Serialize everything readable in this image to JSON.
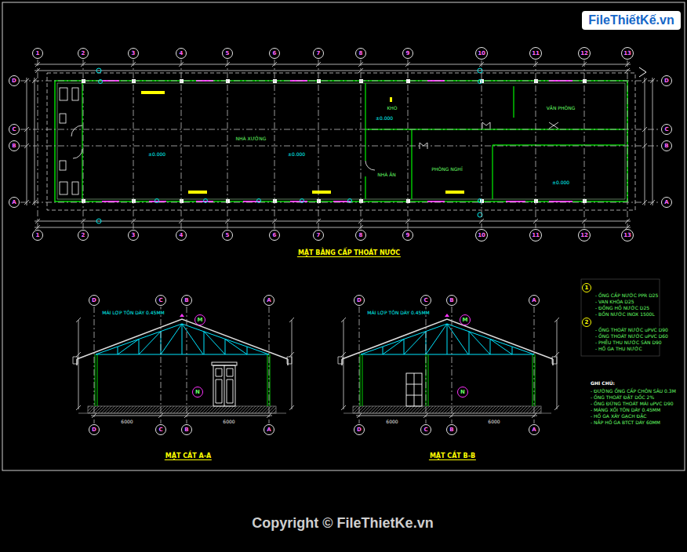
{
  "diagram": {
    "nodes": [
      {
        "text": [
          "FileThiếtKế.vn"
        ]
      },
      {
        "text": [
          "1"
        ]
      },
      {
        "text": [
          "2"
        ]
      },
      {
        "text": [
          "3"
        ]
      },
      {
        "text": [
          "4"
        ]
      },
      {
        "text": [
          "5"
        ]
      },
      {
        "text": [
          "6"
        ]
      },
      {
        "text": [
          "7"
        ]
      },
      {
        "text": [
          "8"
        ]
      },
      {
        "text": [
          "9"
        ]
      },
      {
        "text": [
          "10"
        ]
      },
      {
        "text": [
          "11"
        ]
      },
      {
        "text": [
          "12"
        ]
      },
      {
        "text": [
          "13"
        ]
      },
      {
        "text": [
          "D"
        ]
      },
      {
        "text": [
          "C"
        ]
      },
      {
        "text": [
          "B"
        ]
      },
      {
        "text": [
          "A"
        ]
      },
      {
        "text": [
          "D"
        ]
      },
      {
        "text": [
          "C"
        ]
      },
      {
        "text": [
          "B"
        ]
      },
      {
        "text": [
          "A"
        ]
      },
      {
        "text": [
          "1"
        ]
      },
      {
        "text": [
          "2"
        ]
      },
      {
        "text": [
          "3"
        ]
      },
      {
        "text": [
          "4"
        ]
      },
      {
        "text": [
          "5"
        ]
      },
      {
        "text": [
          "6"
        ]
      },
      {
        "text": [
          "7"
        ]
      },
      {
        "text": [
          "8"
        ]
      },
      {
        "text": [
          "9"
        ]
      },
      {
        "text": [
          "10"
        ]
      },
      {
        "text": [
          "11"
        ]
      },
      {
        "text": [
          "12"
        ]
      },
      {
        "text": [
          "13"
        ]
      },
      {
        "text": [
          "D"
        ]
      },
      {
        "text": [
          "C"
        ]
      },
      {
        "text": [
          "B"
        ]
      },
      {
        "text": [
          "A"
        ]
      },
      {
        "text": [
          "D"
        ]
      },
      {
        "text": [
          "C"
        ]
      },
      {
        "text": [
          "B"
        ]
      },
      {
        "text": [
          "A"
        ]
      },
      {
        "text": [
          "M"
        ]
      },
      {
        "text": [
          "M"
        ]
      },
      {
        "text": [
          "N"
        ]
      },
      {
        "text": [
          "N"
        ]
      },
      {
        "text": [
          "D"
        ]
      },
      {
        "text": [
          "C"
        ]
      },
      {
        "text": [
          "B"
        ]
      },
      {
        "text": [
          "A"
        ]
      },
      {
        "text": [
          "D"
        ]
      },
      {
        "text": [
          "C"
        ]
      },
      {
        "text": [
          "B"
        ]
      },
      {
        "text": [
          "A"
        ]
      },
      {
        "text": [
          "1"
        ]
      },
      {
        "text": [
          "2"
        ]
      }
    ],
    "edges": [
      {
        "from": 1,
        "to": 22,
        "arrow": "none"
      },
      {
        "from": 2,
        "to": 23,
        "arrow": "none"
      },
      {
        "from": 3,
        "to": 24,
        "arrow": "none"
      },
      {
        "from": 4,
        "to": 25,
        "arrow": "none"
      },
      {
        "from": 5,
        "to": 26,
        "arrow": "none"
      },
      {
        "from": 6,
        "to": 27,
        "arrow": "none"
      },
      {
        "from": 7,
        "to": 28,
        "arrow": "none"
      },
      {
        "from": 8,
        "to": 29,
        "arrow": "none"
      },
      {
        "from": 9,
        "to": 30,
        "arrow": "none"
      },
      {
        "from": 10,
        "to": 31,
        "arrow": "none"
      },
      {
        "from": 11,
        "to": 32,
        "arrow": "none"
      },
      {
        "from": 12,
        "to": 33,
        "arrow": "none"
      },
      {
        "from": 13,
        "to": 34,
        "arrow": "none"
      },
      {
        "from": 14,
        "to": 18,
        "arrow": "none"
      },
      {
        "from": 15,
        "to": 19,
        "arrow": "none"
      },
      {
        "from": 16,
        "to": 20,
        "arrow": "none"
      },
      {
        "from": 17,
        "to": 21,
        "arrow": "none"
      },
      {
        "from": 35,
        "to": 47,
        "arrow": "none"
      },
      {
        "from": 36,
        "to": 48,
        "arrow": "none"
      },
      {
        "from": 37,
        "to": 49,
        "arrow": "none"
      },
      {
        "from": 38,
        "to": 50,
        "arrow": "none"
      },
      {
        "from": 39,
        "to": 51,
        "arrow": "none"
      },
      {
        "from": 40,
        "to": 52,
        "arrow": "none"
      },
      {
        "from": 41,
        "to": 53,
        "arrow": "none"
      },
      {
        "from": 42,
        "to": 54,
        "arrow": "none"
      }
    ],
    "labels": [
      "MẶT BẰNG CẤP THOÁT NƯỚC",
      "MẶT CẮT A-A",
      "MẶT CẮT B-B",
      "MÁI LỢP TÔN DÀY 0.45MM",
      "MÁI LỢP TÔN DÀY 0.45MM",
      "NHÀ XƯỞNG",
      "KHO",
      "VĂN PHÒNG",
      "NHÀ ĂN",
      "PHÒNG NGHỈ",
      "±0.000",
      "±0.000",
      "±0.000",
      "±0.000",
      "6000",
      "6000",
      "6000",
      "6000",
      "GHI CHÚ:",
      "- ỐNG CẤP NƯỚC PPR D25",
      "- VAN KHÓA D25",
      "- ĐỒNG HỒ NƯỚC D25",
      "- BỒN NƯỚC INOX 1500L",
      "- ỐNG THOÁT NƯỚC uPVC D90",
      "- ỐNG THOÁT NƯỚC uPVC D60",
      "- PHỄU THU NƯỚC SÀN D90",
      "- HỐ GA THU NƯỚC",
      "- ĐƯỜNG ỐNG CẤP CHÔN SÂU 0.3M",
      "- ỐNG THOÁT ĐẶT DỐC 2%",
      "- ỐNG ĐỨNG THOÁT MÁI uPVC D90",
      "- MÁNG XỐI TÔN DÀY 0.45MM",
      "- HỐ GA XÂY GẠCH ĐẶC",
      "- NẮP HỐ GA BTCT DÀY 60MM",
      "Copyright © FileThietKe.vn"
    ]
  }
}
